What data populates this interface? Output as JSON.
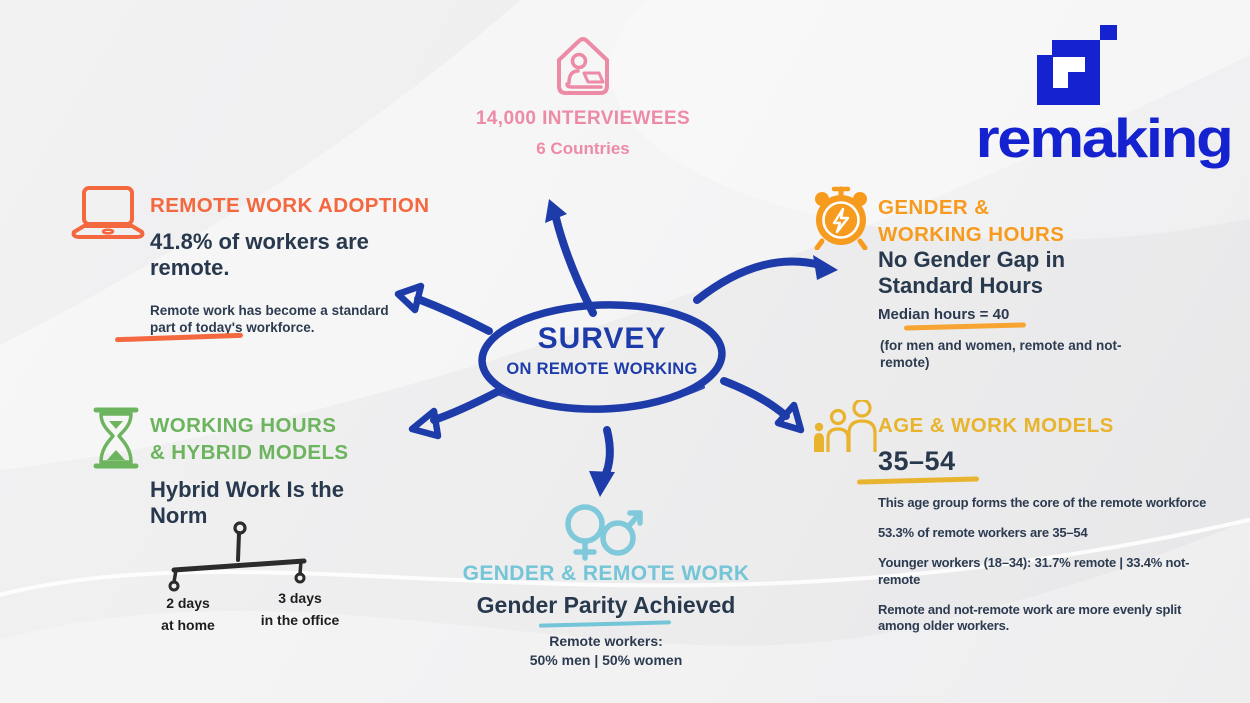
{
  "palette": {
    "pink": "#ed8ba6",
    "logo_blue": "#1522cf",
    "ink_blue": "#1e3ca9",
    "orange_red": "#f4683f",
    "orange": "#f79b1e",
    "green": "#6db45f",
    "teal": "#74c5d7",
    "gold": "#e9b42d",
    "navy_text": "#28394e"
  },
  "header": {
    "interviewees": "14,000 INTERVIEWEES",
    "countries": "6 Countries",
    "brand": "remaking"
  },
  "center": {
    "title": "SURVEY",
    "subtitle": "ON REMOTE WORKING"
  },
  "adoption": {
    "title": "REMOTE WORK ADOPTION",
    "headline": "41.8% of workers are remote.",
    "note": "Remote work has become a standard part of today's workforce."
  },
  "gender_hours": {
    "title_line1": "GENDER &",
    "title_line2": "WORKING HOURS",
    "headline": "No Gender Gap in Standard Hours",
    "stat": "Median hours = 40",
    "note": "(for men and women, remote and not-remote)"
  },
  "hybrid": {
    "title_line1": "WORKING HOURS",
    "title_line2": "& HYBRID MODELS",
    "headline": "Hybrid Work Is the Norm",
    "left_label_line1": "2 days",
    "left_label_line2": "at home",
    "right_label_line1": "3 days",
    "right_label_line2": "in the office"
  },
  "gender_work": {
    "title": "GENDER & REMOTE WORK",
    "headline": "Gender Parity Achieved",
    "note_line1": "Remote workers:",
    "note_line2": "50% men | 50% women"
  },
  "age": {
    "title": "AGE & WORK MODELS",
    "headline": "35–54",
    "p1": "This age group forms the core of the remote workforce",
    "p2": "53.3% of remote workers are 35–54",
    "p3": "Younger workers (18–34): 31.7% remote | 33.4% not-remote",
    "p4": "Remote and not-remote work are more evenly split among older workers."
  }
}
